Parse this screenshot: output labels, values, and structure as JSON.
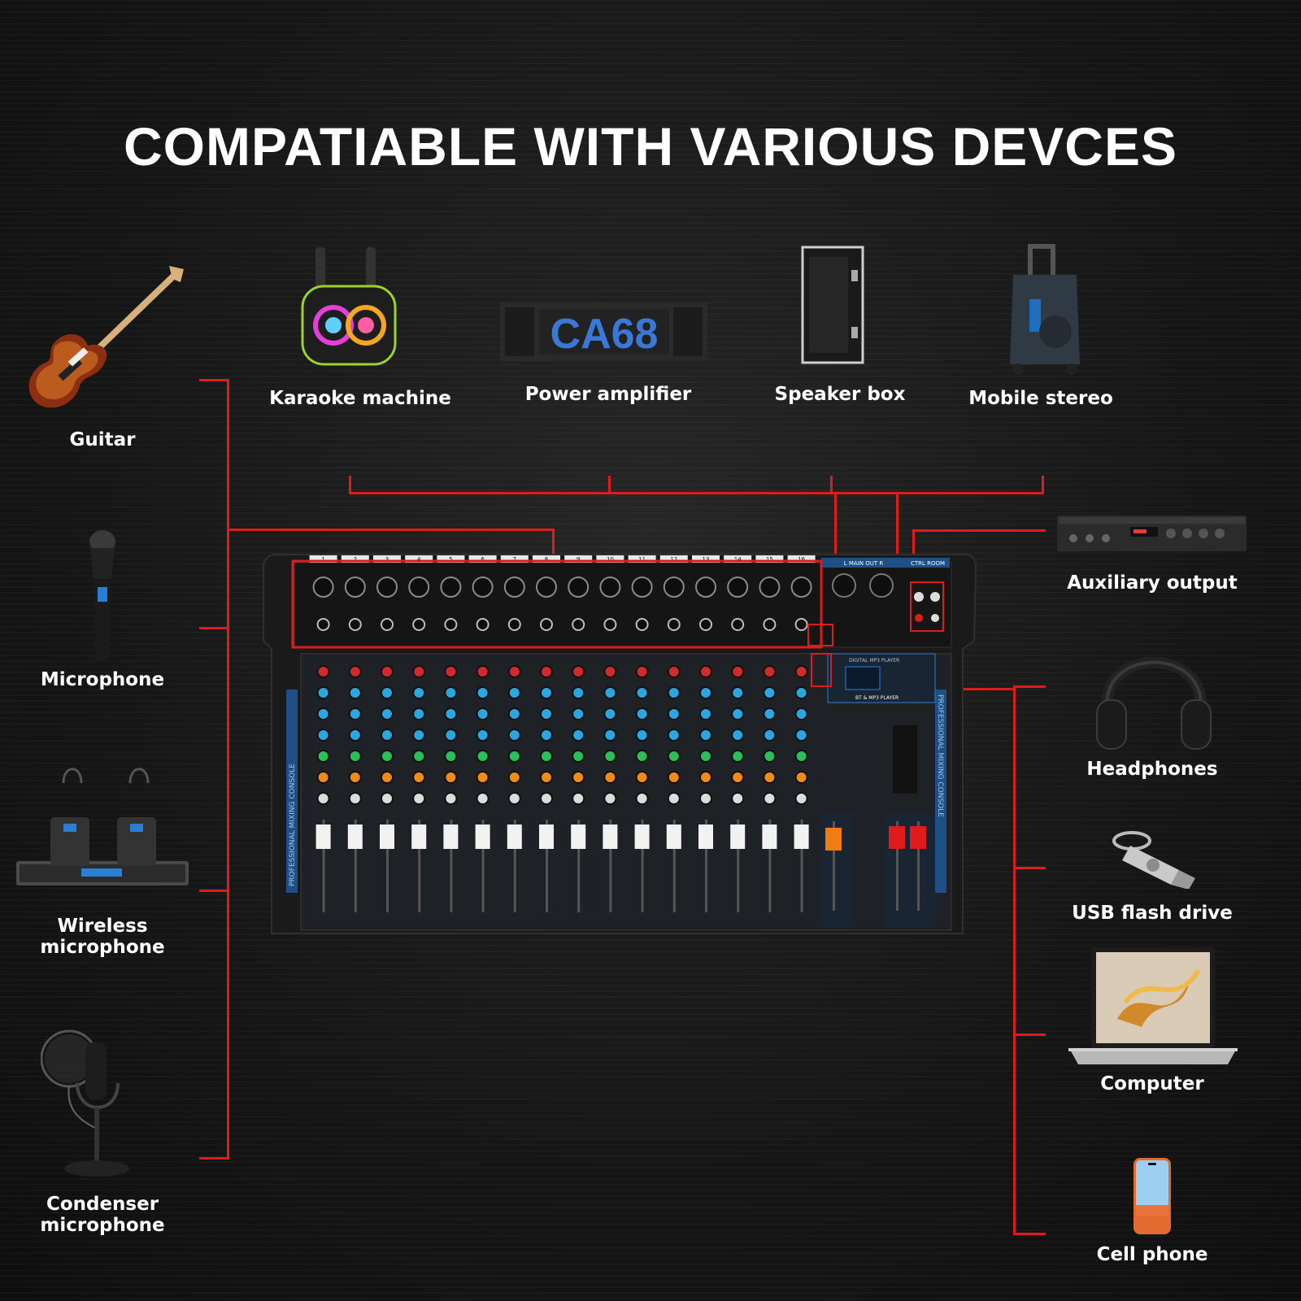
{
  "title": "COMPATIABLE WITH VARIOUS DEVCES",
  "colors": {
    "background": "#161616",
    "connector": "#e01b1b",
    "text": "#ffffff",
    "mixer_accent": "#2a7fd4"
  },
  "devices": {
    "guitar": "Guitar",
    "microphone": "Microphone",
    "wireless_microphone": "Wireless\nmicrophone",
    "condenser_microphone": "Condenser\nmicrophone",
    "karaoke_machine": "Karaoke machine",
    "power_amplifier": "Power amplifier",
    "speaker_box": "Speaker box",
    "mobile_stereo": "Mobile stereo",
    "auxiliary_output": "Auxiliary output",
    "headphones": "Headphones",
    "usb_flash_drive": "USB flash drive",
    "computer": "Computer",
    "cell_phone": "Cell phone"
  },
  "mixer": {
    "side_label_left": "PROFESSIONAL MIXING CONSOLE",
    "side_label_right": "PROFESSIONAL MIXING CONSOLE",
    "channels": [
      "1",
      "2",
      "3",
      "4",
      "5",
      "6",
      "7",
      "8",
      "9",
      "10",
      "11",
      "12",
      "13",
      "14",
      "15",
      "16"
    ],
    "main_out_label": "L MAIN OUT R",
    "ctrl_room_label": "CTRL ROOM",
    "mp3_label": "BT & MP3 PLAYER",
    "digital_label": "DIGITAL MP3 PLAYER"
  },
  "amplifier_brand": "CA68"
}
